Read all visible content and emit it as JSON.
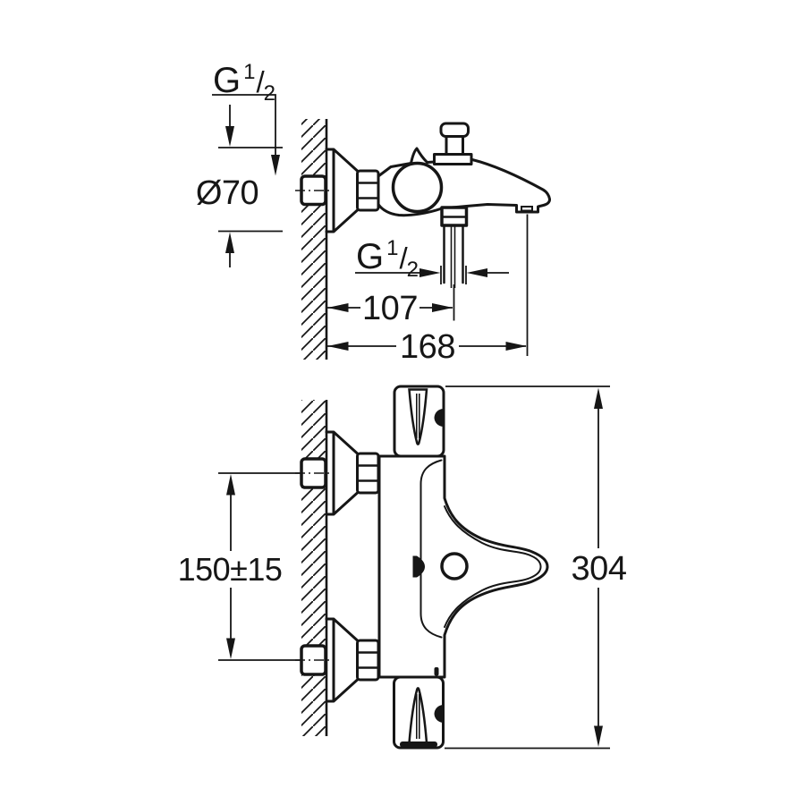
{
  "drawing": {
    "title": "thermostatic-bath-mixer-dimensional-drawing",
    "style": {
      "line_color": "#161616",
      "background": "#ffffff"
    },
    "top_view": {
      "wall_thread": {
        "g": "G",
        "num": "1",
        "slash": "/",
        "den": "2"
      },
      "escutcheon_diameter": "Ø70",
      "outlet_thread": {
        "g": "G",
        "num": "1",
        "slash": "/",
        "den": "2"
      },
      "wall_to_shower_outlet": "107",
      "wall_to_spout_outlet": "168"
    },
    "front_view": {
      "connection_spacing": "150±15",
      "overall_height": "304"
    }
  }
}
